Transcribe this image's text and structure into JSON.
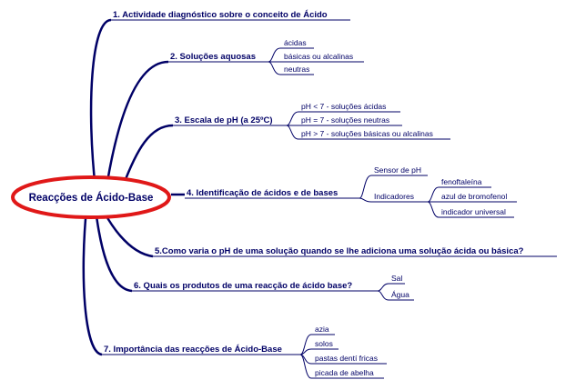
{
  "central": "Reacções de Ácido-Base",
  "branches": [
    {
      "label": "1. Actividade diagnóstico sobre o conceito de Ácido",
      "items": []
    },
    {
      "label": "2. Soluções aquosas",
      "items": [
        "ácidas",
        "básicas ou alcalinas",
        "neutras"
      ]
    },
    {
      "label": "3. Escala de pH (a 25ºC)",
      "items": [
        "pH < 7 - soluções ácidas",
        "pH = 7 - soluções neutras",
        "pH > 7 - soluções básicas ou alcalinas"
      ]
    },
    {
      "label": "4. Identificação de ácidos e de bases",
      "items": [
        "Sensor de pH",
        "Indicadores"
      ],
      "sub_items": [
        "fenoftaleína",
        "azul de bromofenol",
        "indicador universal"
      ]
    },
    {
      "label": "5.Como varia o pH de uma solução quando se lhe adiciona uma solução ácida ou básica?",
      "items": []
    },
    {
      "label": "6. Quais os produtos de uma reacção de ácido base?",
      "items": [
        "Sal",
        "Água"
      ]
    },
    {
      "label": "7. Importância das reacções de Ácido-Base",
      "items": [
        "azia",
        "solos",
        "pastas dentí fricas",
        "picada de abelha"
      ]
    }
  ],
  "colors": {
    "line": "#000066",
    "text": "#000066",
    "ellipse_border": "#e01818"
  }
}
